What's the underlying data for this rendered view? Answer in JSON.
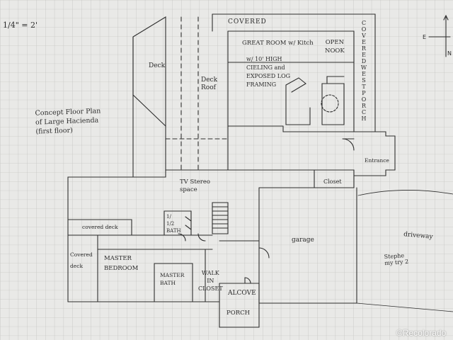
{
  "scale_note": "1/4\" = 2'",
  "title_note": "Concept Floor Plan\nof Large Hacienda\n(first floor)",
  "compass": {
    "east": "E",
    "north": "N"
  },
  "rooms": {
    "deck": "Deck",
    "deck_roof": "Deck\nRoof",
    "covered_top": "COVERED",
    "great_room": "GREAT ROOM w/ Kitch",
    "open_nook": "OPEN\nNOOK",
    "ceiling_note": "w/ 10' HIGH\nCIELING and\nEXPOSED LOG\nFRAMING",
    "covered_west_porch": "C O V E R E D   W E S T   P O R C H",
    "entrance": "Entrance",
    "closet": "Closet",
    "tv_stereo": "TV Stereo\nspace",
    "covered_deck": "covered deck",
    "covered_deck_left": "Covered\ndeck",
    "master_bedroom": "MASTER\nBEDROOM",
    "master_bath": "MASTER\nBATH",
    "walk_in_closet": "WALK\nIN\nCLOSET",
    "half_bath": "1/\n1/2\nBATH",
    "garage": "garage",
    "alcove": "ALCOVE",
    "porch": "PORCH",
    "driveway": "driveway",
    "stephe": "Stephe\nmy try 2"
  },
  "watermark": "©Recolorado"
}
